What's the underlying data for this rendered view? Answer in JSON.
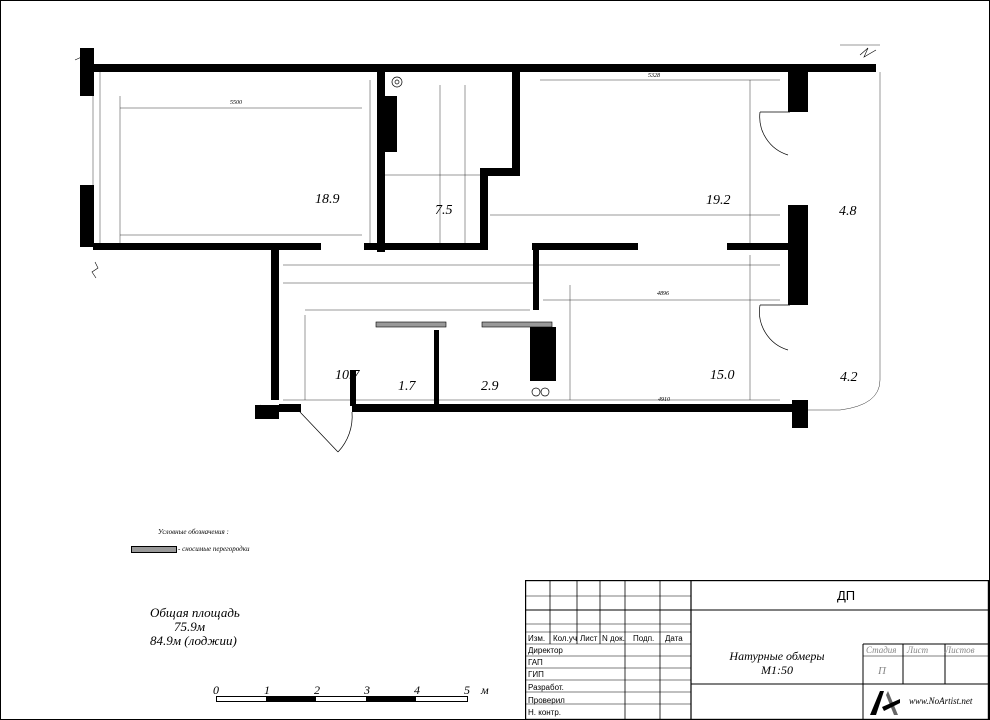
{
  "rooms": [
    {
      "id": "r1",
      "label": "18.9"
    },
    {
      "id": "r2",
      "label": "7.5"
    },
    {
      "id": "r3",
      "label": "19.2"
    },
    {
      "id": "r4",
      "label": "4.8"
    },
    {
      "id": "r5",
      "label": "10.7"
    },
    {
      "id": "r6",
      "label": "1.7"
    },
    {
      "id": "r7",
      "label": "2.9"
    },
    {
      "id": "r8",
      "label": "15.0"
    },
    {
      "id": "r9",
      "label": "4.2"
    }
  ],
  "dims": {
    "d5500": "5500",
    "d5328": "5328",
    "d4896": "4896",
    "d4910": "4910"
  },
  "legend": {
    "title": "Условные обозначения :",
    "item": "- сносимые перегородки"
  },
  "area": {
    "line1": "Общая площадь",
    "line2": "75.9м",
    "line3": "84.9м (лоджии)"
  },
  "scale": {
    "ticks": [
      "0",
      "1",
      "2",
      "3",
      "4",
      "5"
    ],
    "unit": "м"
  },
  "stamp": {
    "code": "ДП",
    "title_line1": "Натурные обмеры",
    "title_line2": "М1:50",
    "headers": [
      "Изм.",
      "Кол.уч",
      "Лист",
      "N док.",
      "Подп.",
      "Дата"
    ],
    "roles": [
      "Директор",
      "ГАП",
      "ГИП",
      "Разработ.",
      "Проверил",
      "Н. контр."
    ],
    "stage_labels": [
      "Стадия",
      "Лист",
      "Листов"
    ],
    "stage_value": "П",
    "brand": "www.NoArtist.net"
  }
}
